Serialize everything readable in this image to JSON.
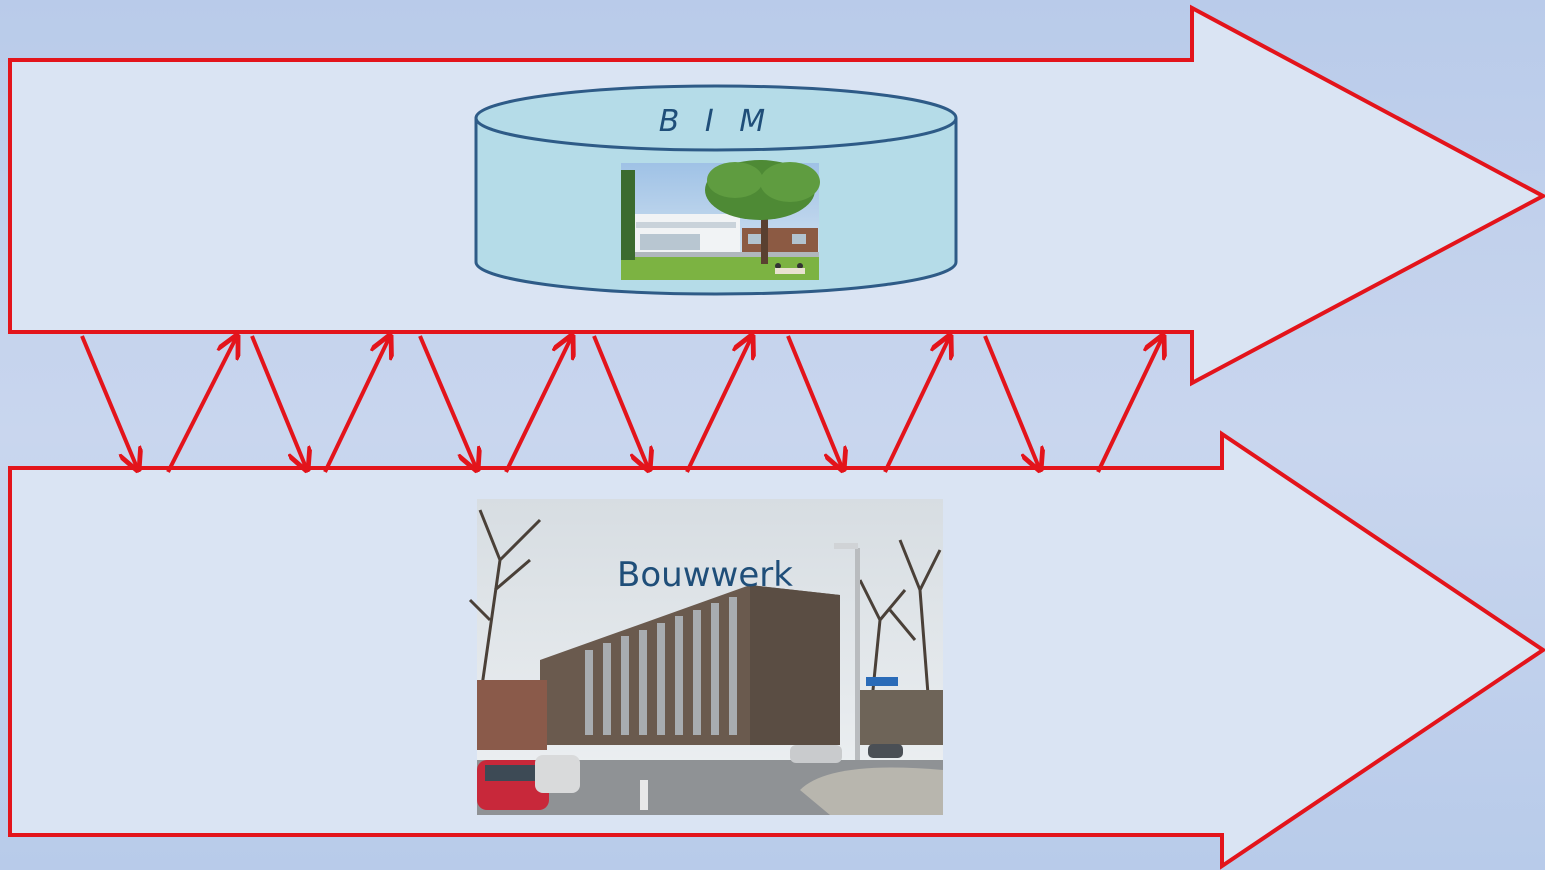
{
  "diagram": {
    "bim_label": "B I M",
    "building_label": "Bouwwerk",
    "colors": {
      "arrow_stroke": "#e3141b",
      "arrow_fill": "#dae4f3",
      "cylinder_fill": "#b5dce8",
      "cylinder_stroke": "#2e5b87",
      "label_text": "#1f4e79"
    },
    "icons": {
      "bim_image": "building-render-with-tree",
      "building_photo": "office-building-street-photo"
    }
  }
}
